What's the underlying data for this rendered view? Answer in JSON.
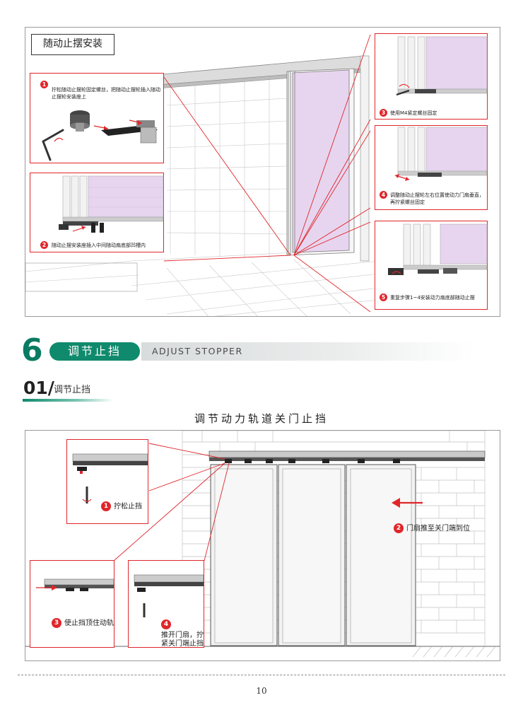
{
  "top_section": {
    "title": "随动止摆安装",
    "steps": [
      {
        "num": "1",
        "text_line1": "拧松随动止摆轮固定螺丝，把随动止摆轮插入随动",
        "text_line2": "止摆轮安装座上"
      },
      {
        "num": "2",
        "text": "随动止摆安装座插入中间随动扇底部凹槽内"
      },
      {
        "num": "3",
        "text": "使用M4紧定螺丝固定"
      },
      {
        "num": "4",
        "text_line1": "调整随动止摆轮左右位置使动力门扇垂直，",
        "text_line2": "再拧紧螺丝固定"
      },
      {
        "num": "5",
        "text": "重复步骤1~4安装动力扇底部随动止摆"
      }
    ]
  },
  "section_header": {
    "number": "6",
    "title_cn": "调节止挡",
    "title_en": "ADJUST STOPPER"
  },
  "subsection": {
    "number": "01/",
    "title": "调节止挡"
  },
  "diagram_title": "调节动力轨道关门止挡",
  "bottom_section": {
    "steps": [
      {
        "num": "1",
        "text": "拧松止挡"
      },
      {
        "num": "2",
        "text": "门扇推至关门端到位"
      },
      {
        "num": "3",
        "text": "使止挡顶住动轨"
      },
      {
        "num": "4",
        "text_line1": "推开门扇，拧",
        "text_line2": "紧关门端止挡"
      }
    ]
  },
  "page_number": "10",
  "colors": {
    "accent_green": "#0f8a6c",
    "callout_red": "#e0262b",
    "glass_lilac": "#e7d5ef"
  }
}
